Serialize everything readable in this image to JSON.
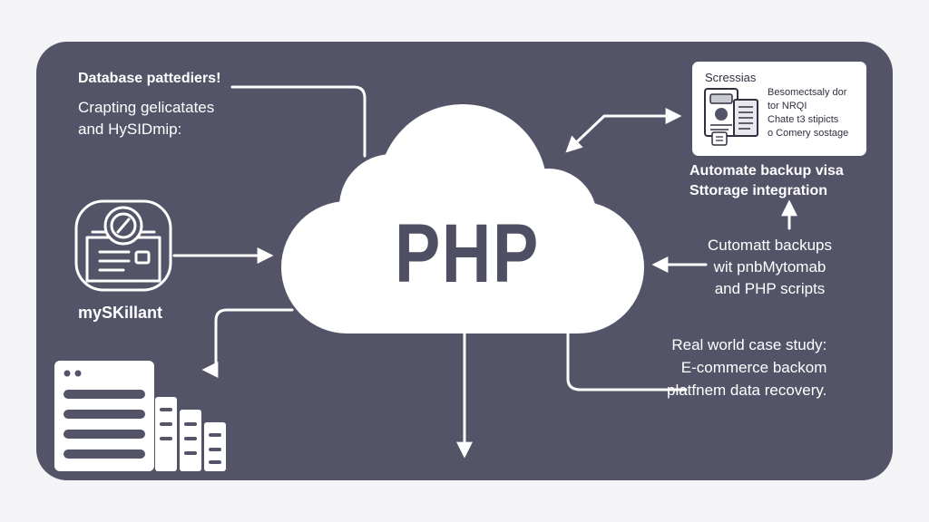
{
  "diagram": {
    "center_label": "PHP",
    "top_left_lines": [
      "Database pattediers!",
      "Crapting gelicatates",
      "and HySIDmip:"
    ],
    "mysql_label": "mySKillant",
    "screen_card": {
      "title": "Scressias",
      "lines": [
        "Besomectsaly dor",
        "tor NRQI",
        "Chate t3 stipicts",
        "o Comery sostage"
      ]
    },
    "right_title_lines": [
      "Automate backup visa",
      "Sttorage integration"
    ],
    "right_mid_lines": [
      "Cutomatt backups",
      "wit pnbMytomab",
      "and PHP scripts"
    ],
    "right_bottom_lines": [
      "Real world case study:",
      "E-commerce backom",
      "platfnem data recovery."
    ]
  },
  "colors": {
    "background": "#f4f4f6",
    "panel": "#545468",
    "cloud": "#ffffff",
    "php_text": "#4e4e64",
    "connector": "#ffffff"
  },
  "icons": [
    "database-card-icon",
    "document-icon",
    "server-rack-icon",
    "cloud-icon"
  ]
}
